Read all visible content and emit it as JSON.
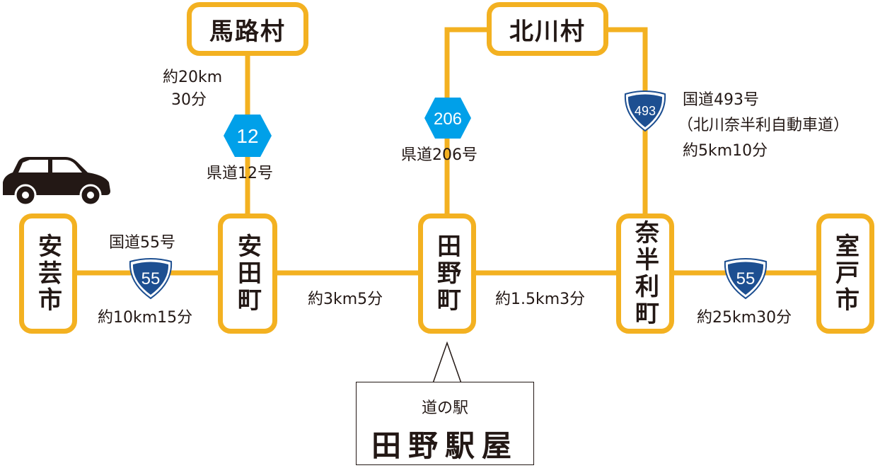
{
  "colors": {
    "route_line": "#f3b121",
    "national_route_shield": "#1d4f91",
    "prefectural_route_hex": "#00a0e9"
  },
  "nodes": {
    "aki": "安芸市",
    "yasuda": "安田町",
    "tano": "田野町",
    "nahari": "奈半利町",
    "muroto": "室戸市",
    "umaji": "馬路村",
    "kitagawa": "北川村"
  },
  "routes": {
    "aki_yasuda": {
      "road": "国道55号",
      "shield": "55",
      "distance": "約10km15分"
    },
    "yasuda_tano": {
      "distance": "約3km5分"
    },
    "tano_nahari": {
      "distance": "約1.5km3分"
    },
    "nahari_muroto": {
      "shield": "55",
      "distance": "約25km30分"
    },
    "yasuda_umaji": {
      "shield": "12",
      "road": "県道12号",
      "distance_line1": "約20km",
      "distance_line2": "30分"
    },
    "tano_kitagawa": {
      "shield": "206",
      "road": "県道206号"
    },
    "nahari_kitagawa": {
      "shield": "493",
      "road": "国道493号",
      "road_alias": "（北川奈半利自動車道）",
      "distance": "約5km10分"
    }
  },
  "callout": {
    "subtitle": "道の駅",
    "name": "田野駅屋"
  },
  "icons": {
    "vehicle": "car-icon"
  }
}
